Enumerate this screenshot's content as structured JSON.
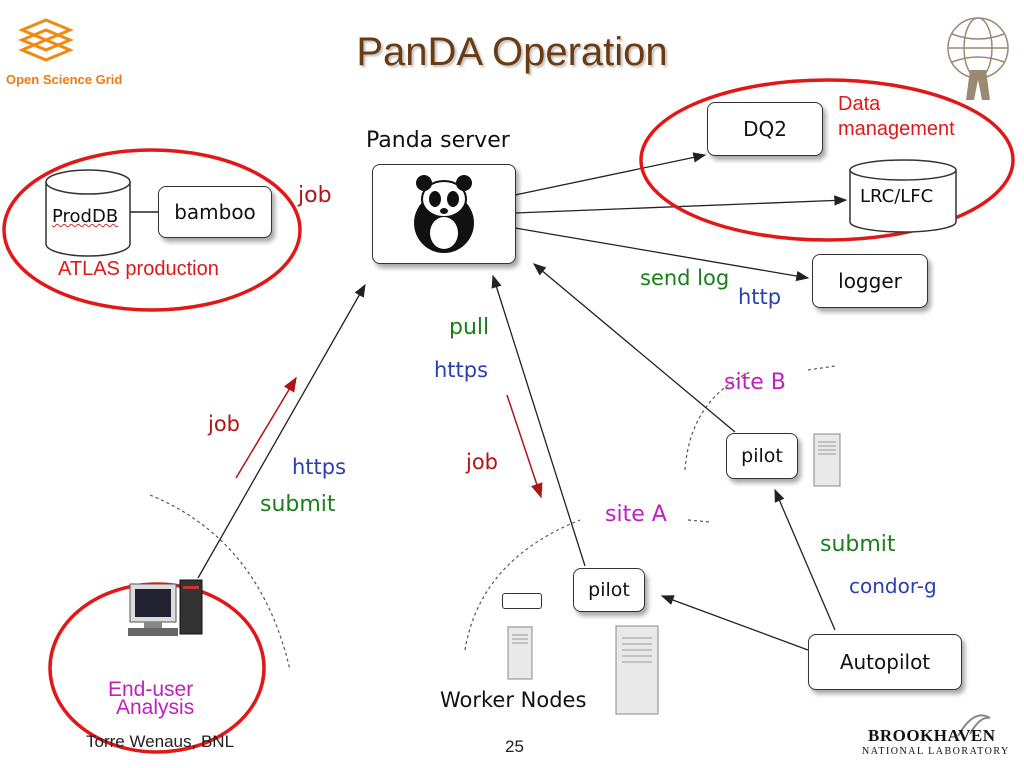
{
  "header": {
    "title": "PanDA Operation",
    "osg_logo_text": "Open Science Grid"
  },
  "nodes": {
    "panda_server": "Panda server",
    "proddb": "ProdDB",
    "bamboo": "bamboo",
    "dq2": "DQ2",
    "lrc_lfc": "LRC/LFC",
    "logger": "logger",
    "pilot_a": "pilot",
    "pilot_b": "pilot",
    "autopilot": "Autopilot",
    "worker_nodes": "Worker Nodes"
  },
  "annotations": {
    "data_management": "Data management",
    "atlas_production": "ATLAS production",
    "end_user": "End-user",
    "analysis": "Analysis",
    "site_a": "site A",
    "site_b": "site B"
  },
  "edge_labels": {
    "job_bamboo": "job",
    "send_log": "send log",
    "http": "http",
    "pull": "pull",
    "https_pull": "https",
    "job_pilot": "job",
    "job_user": "job",
    "https_user": "https",
    "submit_user": "submit",
    "submit_autopilot": "submit",
    "condor_g": "condor-g"
  },
  "footer": {
    "author": "Torre Wenaus, BNL",
    "page_number": "25",
    "bnl_logo_line1": "BROOKHAVEN",
    "bnl_logo_line2": "NATIONAL LABORATORY"
  },
  "colors": {
    "title": "#6b3c12",
    "circle": "#e01818",
    "green_label": "#1a7f1a",
    "blue_label": "#2a3fb0",
    "red_label": "#b01515",
    "magenta_label": "#c01ec0"
  },
  "icons": [
    "osg-logo-icon",
    "atlas-logo-icon",
    "panda-icon",
    "computer-icon",
    "server-icon",
    "bnl-logo-icon"
  ]
}
